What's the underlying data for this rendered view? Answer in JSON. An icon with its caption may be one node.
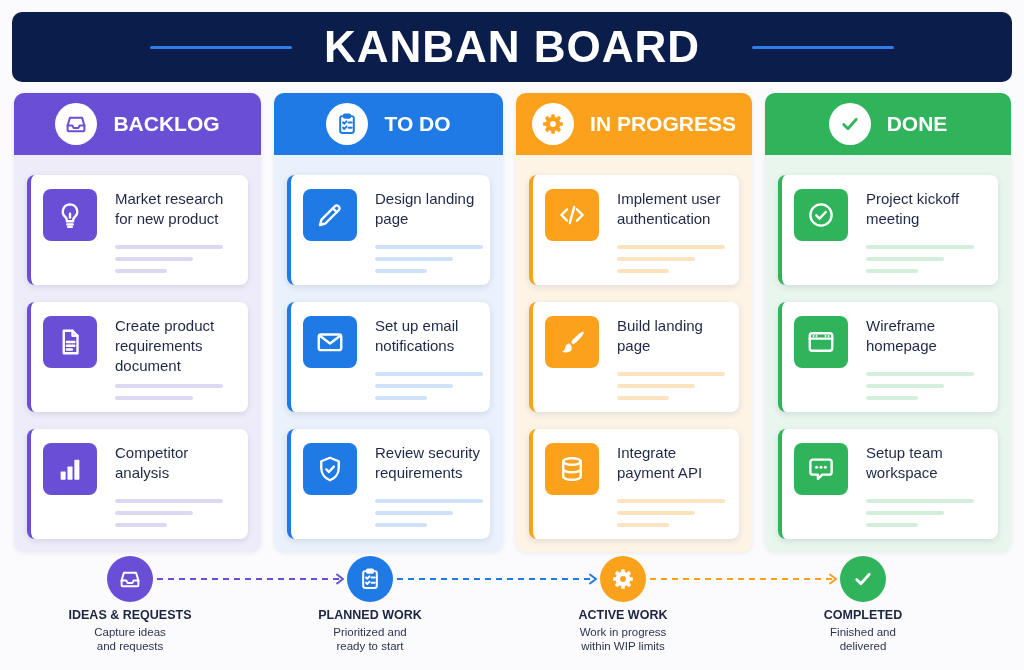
{
  "diagram": {
    "title": "KANBAN BOARD",
    "nodes": [
      {
        "text": [
          "BACKLOG"
        ]
      },
      {
        "text": [
          "Market research for new product"
        ],
        "in": 0
      },
      {
        "text": [
          "Create product requirements document"
        ],
        "in": 0
      },
      {
        "text": [
          "Competitor analysis"
        ],
        "in": 0
      },
      {
        "text": [
          "TO DO"
        ]
      },
      {
        "text": [
          "Design landing page"
        ],
        "in": 4
      },
      {
        "text": [
          "Set up email notifications"
        ],
        "in": 4
      },
      {
        "text": [
          "Review security requirements"
        ],
        "in": 4
      },
      {
        "text": [
          "IN PROGRESS"
        ]
      },
      {
        "text": [
          "Implement user authentication"
        ],
        "in": 8
      },
      {
        "text": [
          "Build landing page"
        ],
        "in": 8
      },
      {
        "text": [
          "Integrate payment API"
        ],
        "in": 8
      },
      {
        "text": [
          "DONE"
        ]
      },
      {
        "text": [
          "Project kickoff meeting"
        ],
        "in": 12
      },
      {
        "text": [
          "Wireframe homepage"
        ],
        "in": 12
      },
      {
        "text": [
          "Setup team workspace"
        ],
        "in": 12
      },
      {
        "text": [],
        "shape": "circle",
        "beside": [
          "IDEAS & REQUESTS",
          "Capture ideas and requests"
        ]
      },
      {
        "text": [],
        "shape": "circle",
        "beside": [
          "PLANNED WORK",
          "Prioritized and ready to start"
        ]
      },
      {
        "text": [],
        "shape": "circle",
        "beside": [
          "ACTIVE WORK",
          "Work in progress within WIP limits"
        ]
      },
      {
        "text": [],
        "shape": "circle",
        "beside": [
          "COMPLETED",
          "Finished and delivered"
        ]
      }
    ],
    "edges": [
      {
        "from": 16,
        "to": 17,
        "arrow": "to",
        "style": "dashed",
        "color": "#6a4fd6"
      },
      {
        "from": 17,
        "to": 18,
        "arrow": "to",
        "style": "dashed",
        "color": "#1f7ae6"
      },
      {
        "from": 18,
        "to": 19,
        "arrow": "to",
        "style": "dashed",
        "color": "#f9a11b"
      }
    ]
  }
}
